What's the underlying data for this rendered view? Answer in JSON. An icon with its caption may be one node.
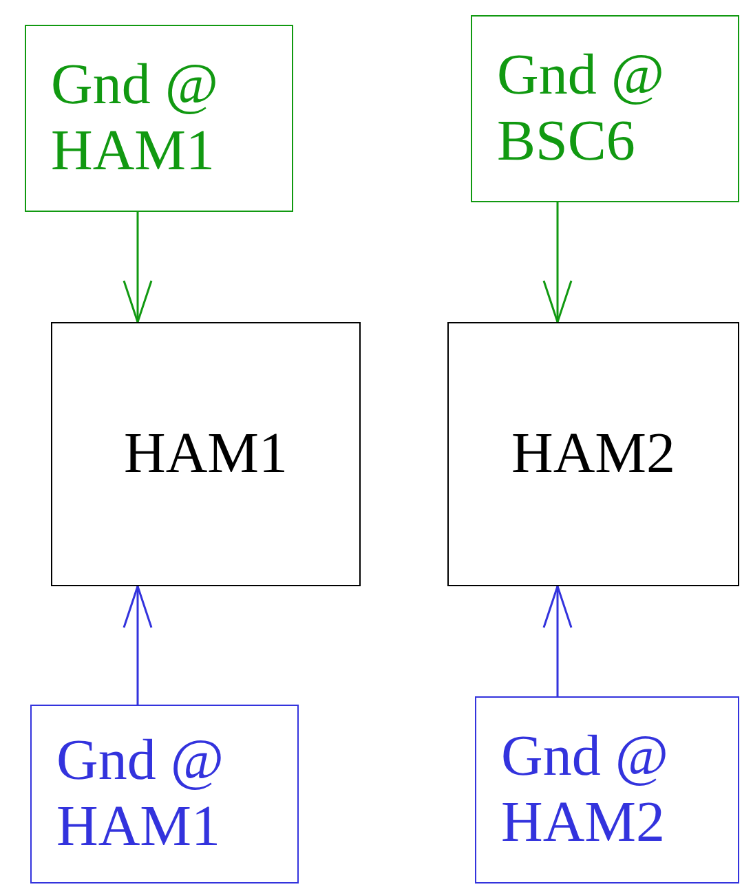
{
  "diagram": {
    "nodes": [
      {
        "text": [
          "Gnd @ HAM1"
        ]
      },
      {
        "text": [
          "Gnd @ BSC6"
        ]
      },
      {
        "text": [
          "HAM1"
        ]
      },
      {
        "text": [
          "HAM2"
        ]
      },
      {
        "text": [
          "Gnd @ HAM1"
        ]
      },
      {
        "text": [
          "Gnd @ HAM2"
        ]
      }
    ],
    "edges": [
      {
        "from": 0,
        "to": 2,
        "arrow": "to",
        "color": "#119911"
      },
      {
        "from": 1,
        "to": 3,
        "arrow": "to",
        "color": "#119911"
      },
      {
        "from": 4,
        "to": 2,
        "arrow": "to",
        "color": "#3333dd"
      },
      {
        "from": 5,
        "to": 3,
        "arrow": "to",
        "color": "#3333dd"
      }
    ]
  }
}
